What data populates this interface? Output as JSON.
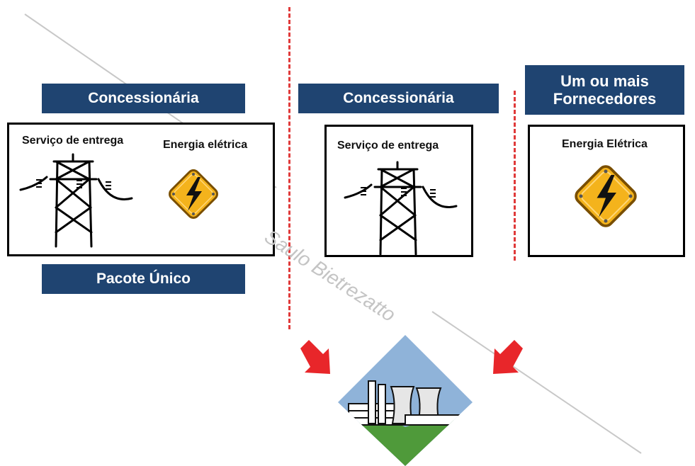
{
  "left": {
    "header": "Concessionária",
    "service_label": "Serviço de entrega",
    "energy_label": "Energia elétrica",
    "footer": "Pacote Único"
  },
  "middle": {
    "header": "Concessionária",
    "service_label": "Serviço de entrega"
  },
  "right": {
    "header": "Um ou mais Fornecedores",
    "energy_label": "Energia Elétrica"
  },
  "watermark": "Saulo Bietrezatto",
  "colors": {
    "banner": "#1f4471",
    "divider": "#e03a3a",
    "arrow": "#e8262a",
    "warning_fill": "#f4b31c",
    "plant_sky": "#8fb3d9",
    "plant_ground": "#4f9a3a"
  },
  "icons": [
    "transmission-tower-icon",
    "high-voltage-warning-icon",
    "power-plant-icon",
    "arrow-icon"
  ]
}
